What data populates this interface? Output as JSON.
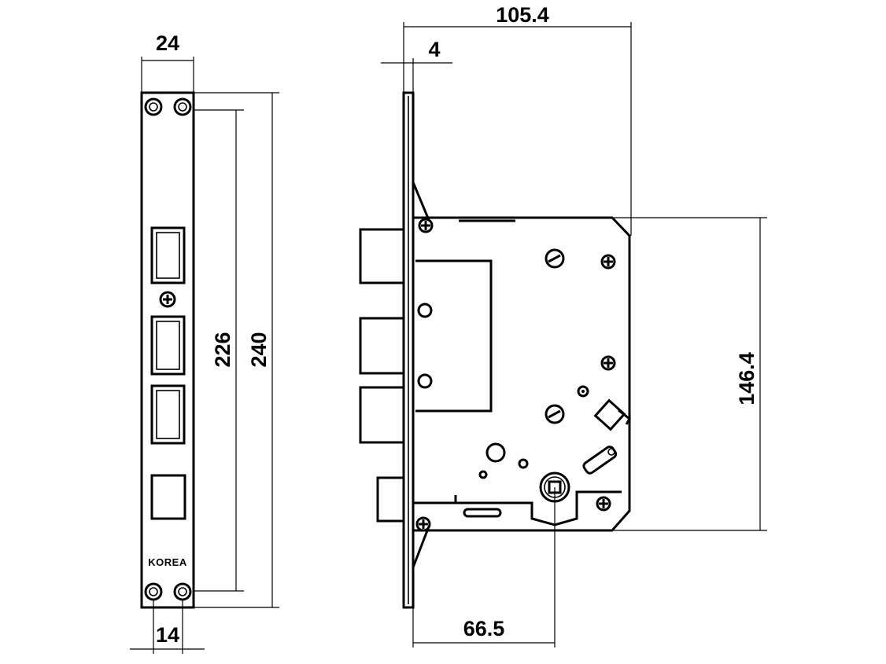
{
  "faceplate": {
    "width_label": "24",
    "hole_spacing_label": "14",
    "inner_length_label": "226",
    "total_length_label": "240",
    "brand_text": "KOREA"
  },
  "lock_body": {
    "overall_depth_label": "105.4",
    "plate_thickness_label": "4",
    "body_height_label": "146.4",
    "backset_label": "66.5"
  }
}
